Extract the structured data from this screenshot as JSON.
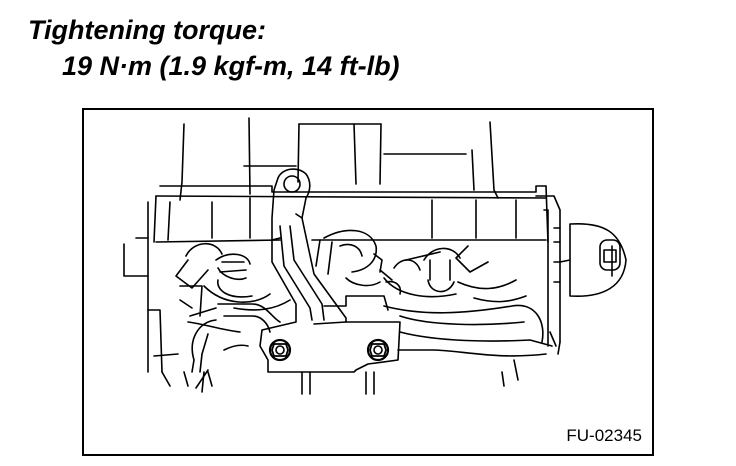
{
  "spec": {
    "heading": "Tightening torque:",
    "value": "19 N·m (1.9 kgf-m, 14 ft-lb)"
  },
  "figure": {
    "id": "FU-02345",
    "subject_icon": "engine-bracket-drawing-icon",
    "highlight_icon": "bolt-icon",
    "bolt_count": 2
  },
  "colors": {
    "ink": "#000000",
    "paper": "#ffffff"
  }
}
